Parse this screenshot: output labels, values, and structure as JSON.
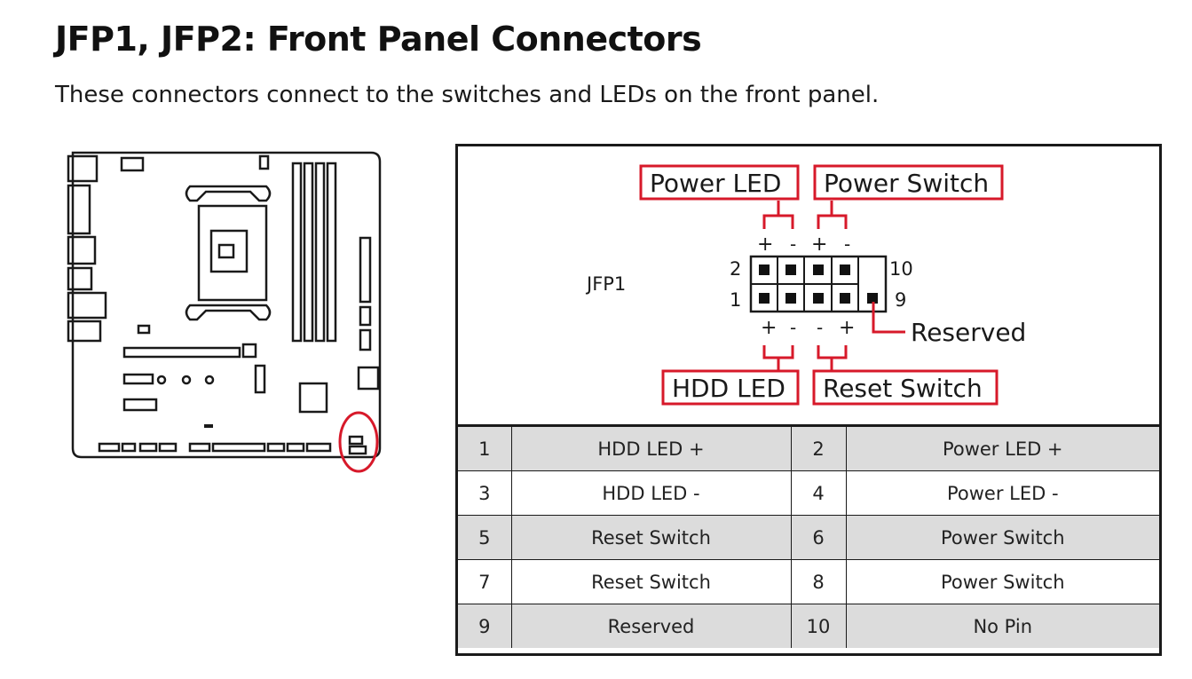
{
  "heading": {
    "title": "JFP1, JFP2: Front Panel Connectors",
    "subtitle": "These connectors connect to the switches and LEDs on the front panel."
  },
  "diagram": {
    "connector_label": "JFP1",
    "pin_numbers": {
      "top_left": "2",
      "bottom_left": "1",
      "top_right": "10",
      "bottom_right": "9"
    },
    "callouts": {
      "power_led": "Power LED",
      "power_switch": "Power Switch",
      "hdd_led": "HDD LED",
      "reset_switch": "Reset Switch",
      "reserved": "Reserved"
    },
    "signs": {
      "plus": "+",
      "minus": "-"
    },
    "highlight_color": "#d7192a"
  },
  "pin_table": [
    {
      "pin_a": "1",
      "signal_a": "HDD LED +",
      "pin_b": "2",
      "signal_b": "Power LED +"
    },
    {
      "pin_a": "3",
      "signal_a": "HDD LED -",
      "pin_b": "4",
      "signal_b": "Power LED -"
    },
    {
      "pin_a": "5",
      "signal_a": "Reset Switch",
      "pin_b": "6",
      "signal_b": "Power Switch"
    },
    {
      "pin_a": "7",
      "signal_a": "Reset Switch",
      "pin_b": "8",
      "signal_b": "Power Switch"
    },
    {
      "pin_a": "9",
      "signal_a": "Reserved",
      "pin_b": "10",
      "signal_b": "No Pin"
    }
  ]
}
